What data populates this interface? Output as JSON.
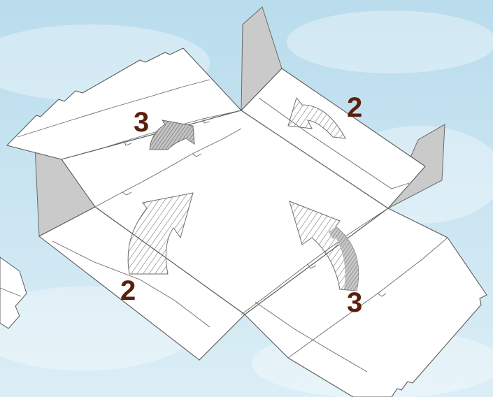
{
  "colors": {
    "background_top": "#b9dced",
    "background_bottom": "#dbeef6",
    "panel_fill": "#ffffff",
    "panel_stroke": "#5a5a5a",
    "flap_fill": "#cacaca",
    "flap_stroke": "#6a6a6a",
    "arrow_stroke": "#6e6e6e",
    "arrow_shade": "#8a8a8a",
    "step_number": "#5c1f0c"
  },
  "step_labels": [
    {
      "id": "top-left",
      "text": "3"
    },
    {
      "id": "top-right",
      "text": "2"
    },
    {
      "id": "bottom-left",
      "text": "2"
    },
    {
      "id": "bottom-right",
      "text": "3"
    }
  ],
  "fold_arrows": [
    {
      "id": "top-left",
      "step": "3",
      "style": "shaded"
    },
    {
      "id": "top-right",
      "step": "2",
      "style": "hatched"
    },
    {
      "id": "bottom-left",
      "step": "2",
      "style": "hatched"
    },
    {
      "id": "bottom-right",
      "step": "3",
      "style": "shaded"
    }
  ]
}
